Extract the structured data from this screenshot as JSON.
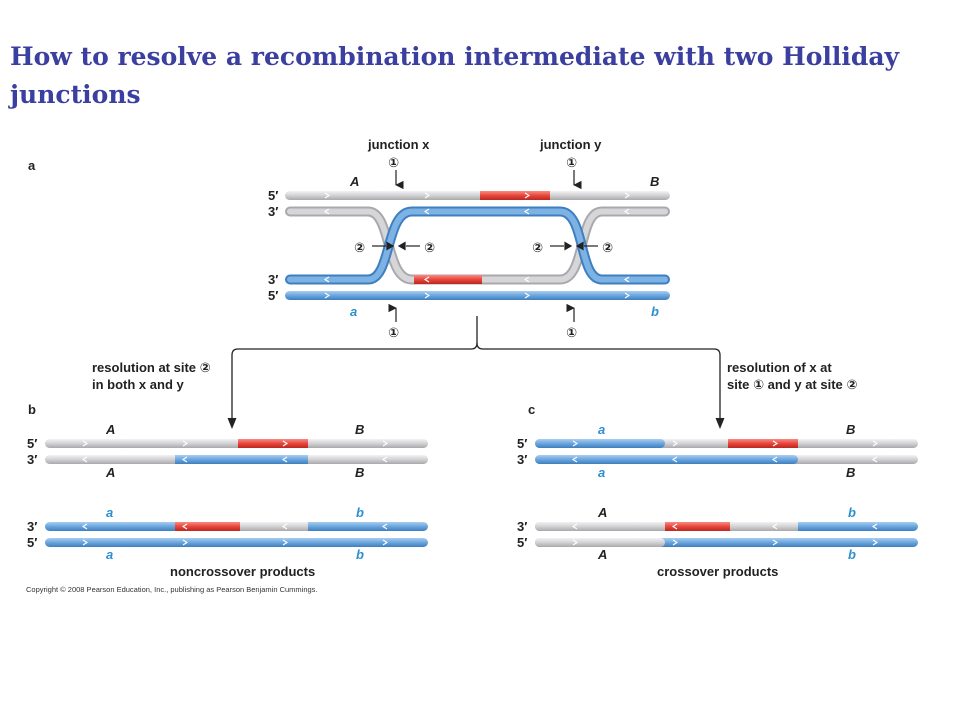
{
  "title": "How to resolve a recombination intermediate with two Holliday junctions",
  "panels": {
    "a": "a",
    "b": "b",
    "c": "c"
  },
  "junctions": {
    "x_label": "junction x",
    "y_label": "junction y",
    "site1": "①",
    "site2": "②"
  },
  "strands": {
    "five_prime": "5′",
    "three_prime": "3′"
  },
  "alleles": {
    "A": "A",
    "B": "B",
    "a": "a",
    "b": "b"
  },
  "resolution": {
    "left_line1": "resolution at site ②",
    "left_line2": "in both x and y",
    "right_line1": "resolution of x at",
    "right_line2": "site ① and y at site ②"
  },
  "products": {
    "noncrossover": "noncrossover products",
    "crossover": "crossover products"
  },
  "copyright": "Copyright © 2008 Pearson Education, Inc., publishing as Pearson Benjamin Cummings.",
  "colors": {
    "title": "#3a3fa0",
    "gray_strand": "#cfcfd2",
    "blue_strand": "#6fa8dc",
    "red_heteroduplex": "#e8453c",
    "allele_blue": "#2b8fd0"
  }
}
